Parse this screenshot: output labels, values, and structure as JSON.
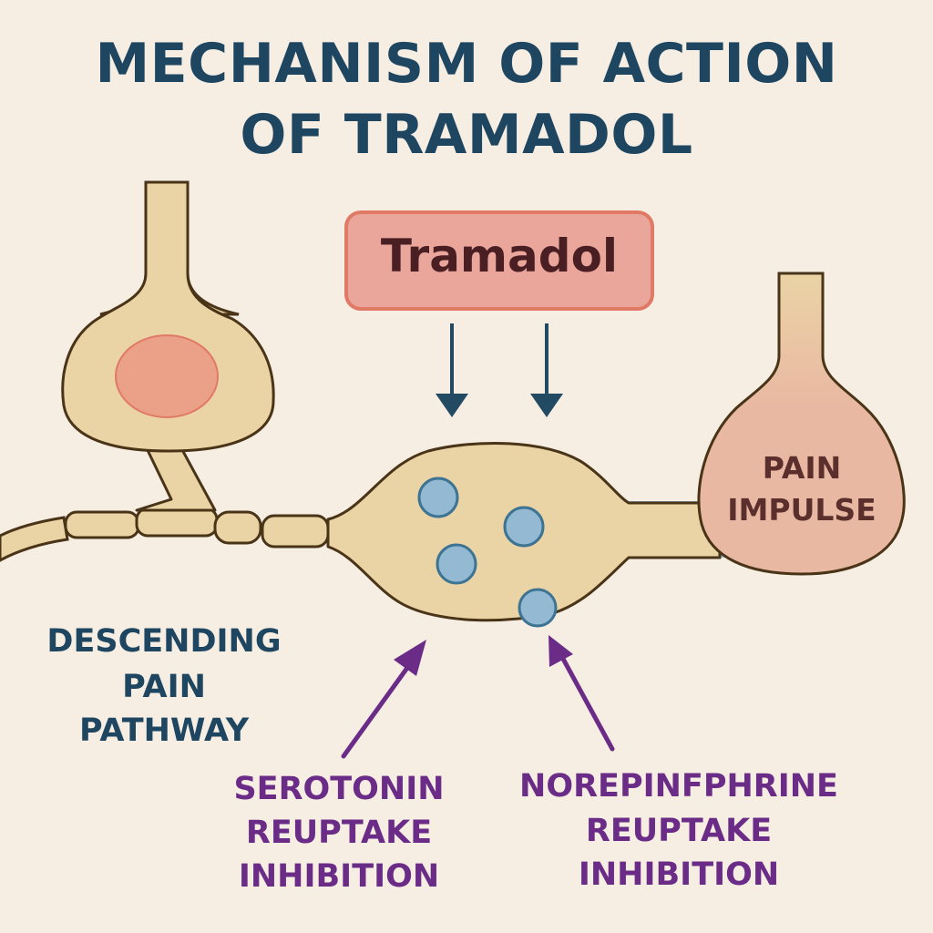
{
  "title": {
    "line1": "MECHANISM OF ACTION",
    "line2": "OF TRAMADOL"
  },
  "drug_box": {
    "label": "Tramadol"
  },
  "pain_impulse": {
    "line1": "PAIN",
    "line2": "IMPULSE"
  },
  "descending_pathway": {
    "line1": "DESCENDING",
    "line2": "PAIN",
    "line3": "PATHWAY"
  },
  "serotonin_label": {
    "line1": "SEROTONIN",
    "line2": "REUPTAKE",
    "line3": "INHIBITION"
  },
  "norepinephrine_label": {
    "line1": "NOREPINFPHRINE",
    "line2": "REUPTAKE",
    "line3": "INHIBITION"
  },
  "colors": {
    "background": "#f6eee3",
    "neuron_fill": "#ead3a5",
    "outline": "#4a3418",
    "nucleus": "#eba088",
    "drug_box_fill": "#eba69b",
    "drug_box_border": "#e07a66",
    "vesicle": "#93b9d3",
    "vesicle_border": "#3d7393",
    "navy_arrow": "#234a63",
    "purple": "#6a2c86",
    "postsynaptic": "#e9b8a2"
  }
}
